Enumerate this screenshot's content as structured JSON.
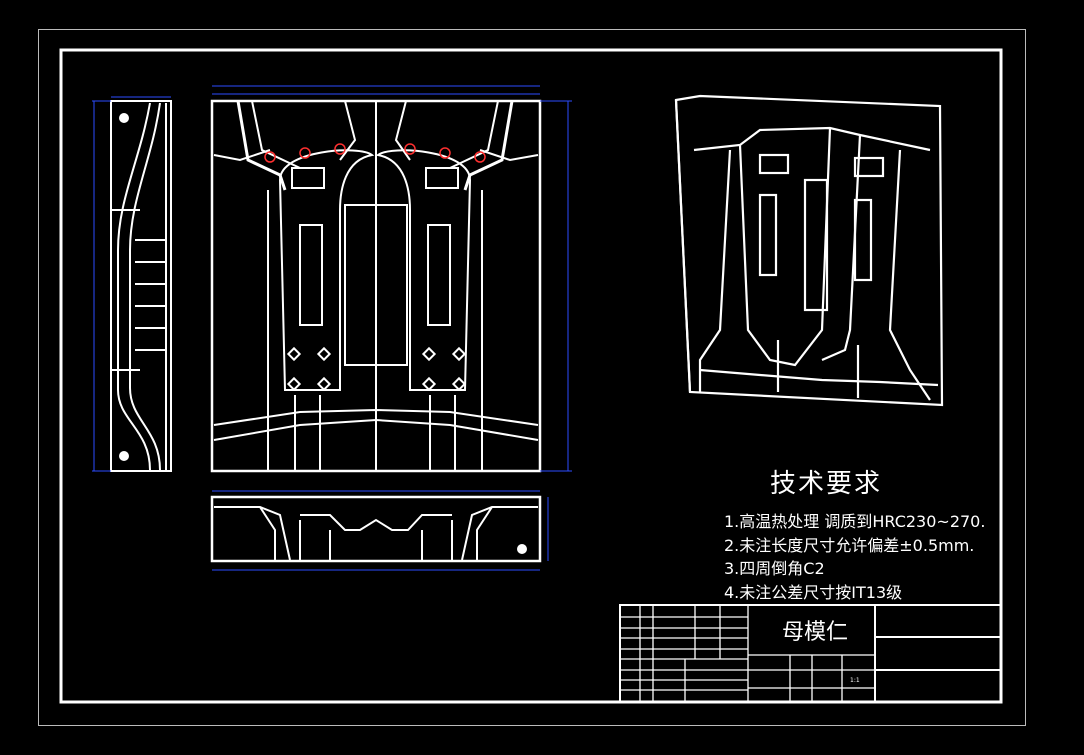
{
  "requirements": {
    "title": "技术要求",
    "items": [
      "1.高温热处理  调质到HRC230~270.",
      "2.未注长度尺寸允许偏差±0.5mm.",
      "3.四周倒角C2",
      "4.未注公差尺寸按IT13级"
    ]
  },
  "title_block": {
    "part_name": "母模仁",
    "scale": "1:1"
  },
  "colors": {
    "background": "#000000",
    "lines": "#ffffff",
    "dimensions": "#2c4cff",
    "markers": "#ff3030"
  }
}
